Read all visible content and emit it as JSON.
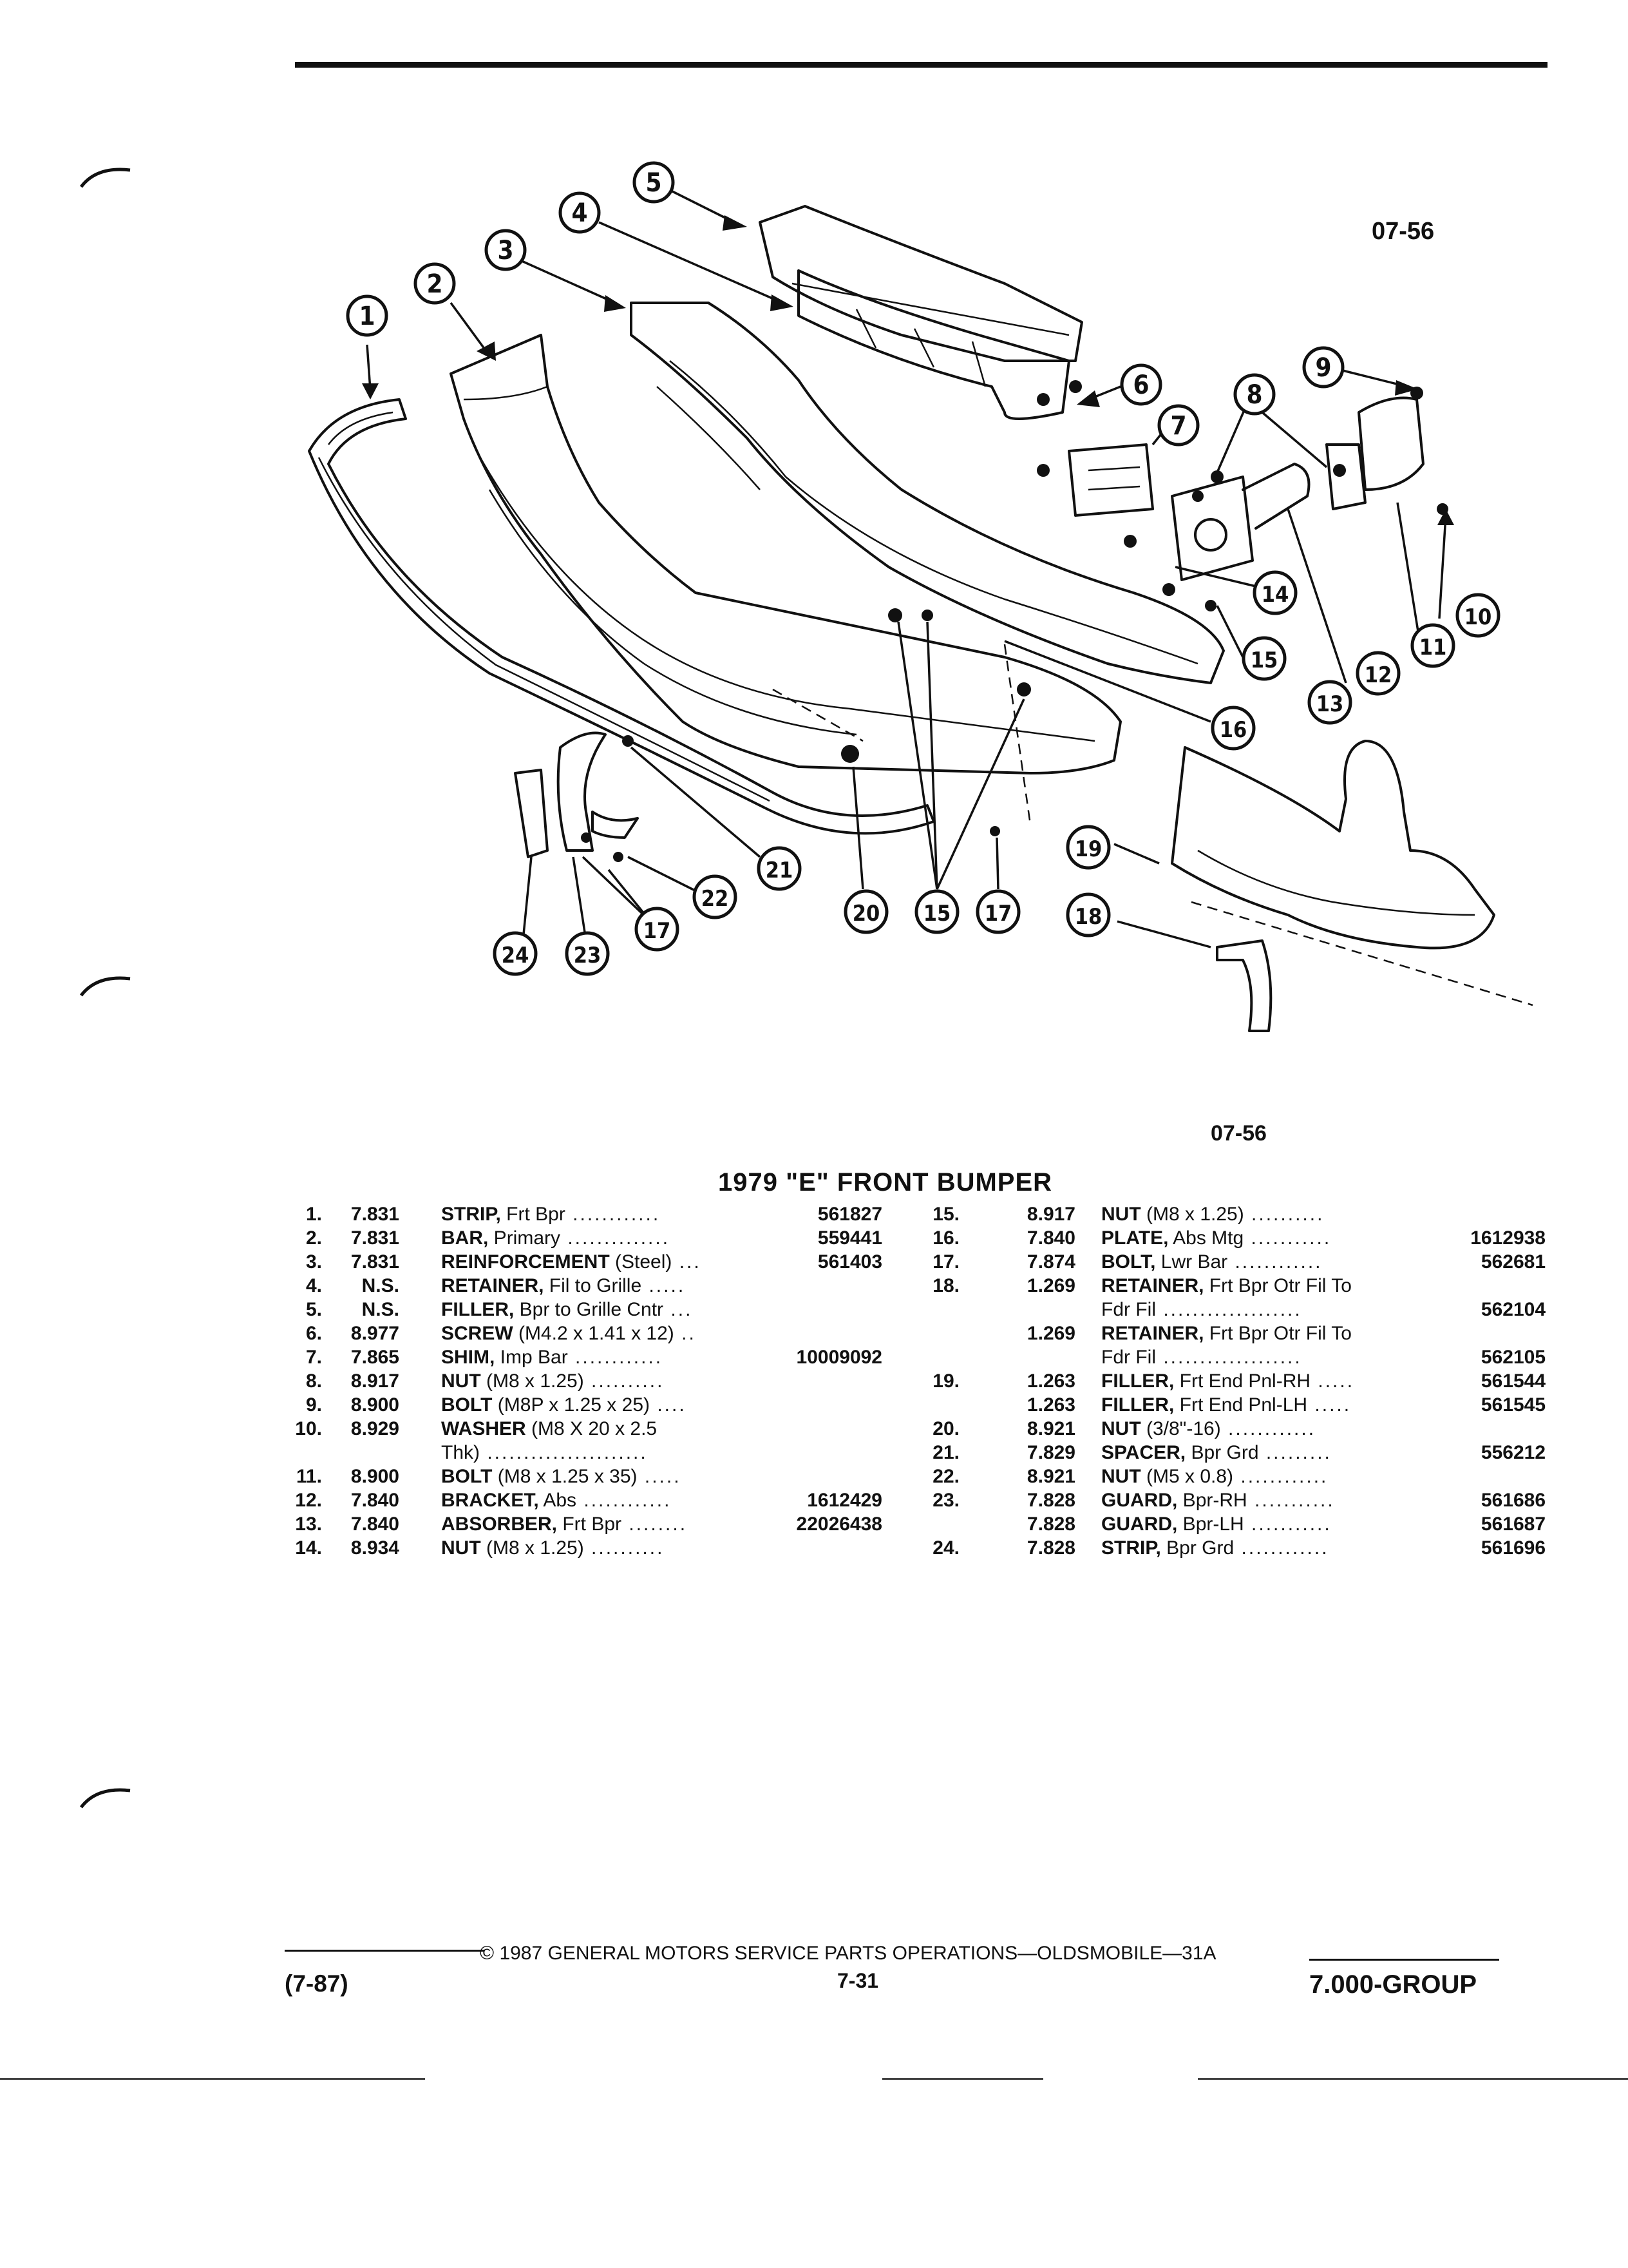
{
  "figure": {
    "id_top": "07-56",
    "id_bottom": "07-56",
    "callouts": [
      "1",
      "2",
      "3",
      "4",
      "5",
      "6",
      "7",
      "8",
      "9",
      "10",
      "11",
      "12",
      "13",
      "14",
      "15",
      "15",
      "16",
      "17",
      "17",
      "18",
      "19",
      "20",
      "21",
      "22",
      "23",
      "24"
    ]
  },
  "title": "1979 \"E\" FRONT BUMPER",
  "parts_left": [
    {
      "num": "1.",
      "group": "7.831",
      "name": "STRIP,",
      "detail": " Frt Bpr",
      "dots": " ............",
      "pn": "561827"
    },
    {
      "num": "2.",
      "group": "7.831",
      "name": "BAR,",
      "detail": " Primary",
      "dots": " ..............",
      "pn": "559441"
    },
    {
      "num": "3.",
      "group": "7.831",
      "name": "REINFORCEMENT",
      "detail": " (Steel)",
      "dots": " ...",
      "pn": "561403"
    },
    {
      "num": "4.",
      "group": "N.S.",
      "name": "RETAINER,",
      "detail": " Fil to Grille",
      "dots": " .....",
      "pn": ""
    },
    {
      "num": "5.",
      "group": "N.S.",
      "name": "FILLER,",
      "detail": " Bpr to Grille Cntr",
      "dots": " ...",
      "pn": ""
    },
    {
      "num": "6.",
      "group": "8.977",
      "name": "SCREW",
      "detail": " (M4.2 x 1.41 x 12)",
      "dots": " ..",
      "pn": ""
    },
    {
      "num": "7.",
      "group": "7.865",
      "name": "SHIM,",
      "detail": " Imp Bar",
      "dots": " ............",
      "pn": "10009092"
    },
    {
      "num": "8.",
      "group": "8.917",
      "name": "NUT",
      "detail": " (M8 x 1.25)",
      "dots": " ..........",
      "pn": ""
    },
    {
      "num": "9.",
      "group": "8.900",
      "name": "BOLT",
      "detail": " (M8P x 1.25 x 25)",
      "dots": " ....",
      "pn": ""
    },
    {
      "num": "10.",
      "group": "8.929",
      "name": "WASHER",
      "detail": " (M8 X 20 x 2.5",
      "dots": "",
      "pn": ""
    },
    {
      "num": "",
      "group": "",
      "name": "",
      "detail": "Thk)",
      "dots": " ......................",
      "pn": ""
    },
    {
      "num": "11.",
      "group": "8.900",
      "name": "BOLT",
      "detail": " (M8 x 1.25 x 35)",
      "dots": " .....",
      "pn": ""
    },
    {
      "num": "12.",
      "group": "7.840",
      "name": "BRACKET,",
      "detail": " Abs",
      "dots": " ............",
      "pn": "1612429"
    },
    {
      "num": "13.",
      "group": "7.840",
      "name": "ABSORBER,",
      "detail": " Frt Bpr",
      "dots": " ........",
      "pn": "22026438"
    },
    {
      "num": "14.",
      "group": "8.934",
      "name": "NUT",
      "detail": " (M8 x 1.25)",
      "dots": " ..........",
      "pn": ""
    }
  ],
  "parts_right": [
    {
      "num": "15.",
      "group": "8.917",
      "name": "NUT",
      "detail": " (M8 x 1.25)",
      "dots": " ..........",
      "pn": ""
    },
    {
      "num": "16.",
      "group": "7.840",
      "name": "PLATE,",
      "detail": " Abs Mtg",
      "dots": " ...........",
      "pn": "1612938"
    },
    {
      "num": "17.",
      "group": "7.874",
      "name": "BOLT,",
      "detail": " Lwr Bar",
      "dots": " ............",
      "pn": "562681"
    },
    {
      "num": "18.",
      "group": "1.269",
      "name": "RETAINER,",
      "detail": " Frt Bpr Otr Fil To",
      "dots": "",
      "pn": ""
    },
    {
      "num": "",
      "group": "",
      "name": "",
      "detail": "Fdr Fil",
      "dots": " ...................",
      "pn": "562104"
    },
    {
      "num": "",
      "group": "1.269",
      "name": "RETAINER,",
      "detail": " Frt Bpr Otr Fil To",
      "dots": "",
      "pn": ""
    },
    {
      "num": "",
      "group": "",
      "name": "",
      "detail": "Fdr Fil",
      "dots": " ...................",
      "pn": "562105"
    },
    {
      "num": "19.",
      "group": "1.263",
      "name": "FILLER,",
      "detail": " Frt End Pnl-RH",
      "dots": " .....",
      "pn": "561544"
    },
    {
      "num": "",
      "group": "1.263",
      "name": "FILLER,",
      "detail": " Frt End Pnl-LH",
      "dots": " .....",
      "pn": "561545"
    },
    {
      "num": "20.",
      "group": "8.921",
      "name": "NUT",
      "detail": " (3/8\"-16)",
      "dots": " ............",
      "pn": ""
    },
    {
      "num": "21.",
      "group": "7.829",
      "name": "SPACER,",
      "detail": " Bpr Grd",
      "dots": " .........",
      "pn": "556212"
    },
    {
      "num": "22.",
      "group": "8.921",
      "name": "NUT",
      "detail": " (M5 x 0.8)",
      "dots": " ............",
      "pn": ""
    },
    {
      "num": "23.",
      "group": "7.828",
      "name": "GUARD,",
      "detail": " Bpr-RH",
      "dots": " ...........",
      "pn": "561686"
    },
    {
      "num": "",
      "group": "7.828",
      "name": "GUARD,",
      "detail": " Bpr-LH",
      "dots": " ...........",
      "pn": "561687"
    },
    {
      "num": "24.",
      "group": "7.828",
      "name": "STRIP,",
      "detail": " Bpr Grd",
      "dots": " ............",
      "pn": "561696"
    }
  ],
  "footer": {
    "copyright": "© 1987 GENERAL MOTORS SERVICE PARTS OPERATIONS—OLDSMOBILE—31A",
    "date_code": "(7-87)",
    "page": "7-31",
    "group": "7.000-GROUP"
  }
}
